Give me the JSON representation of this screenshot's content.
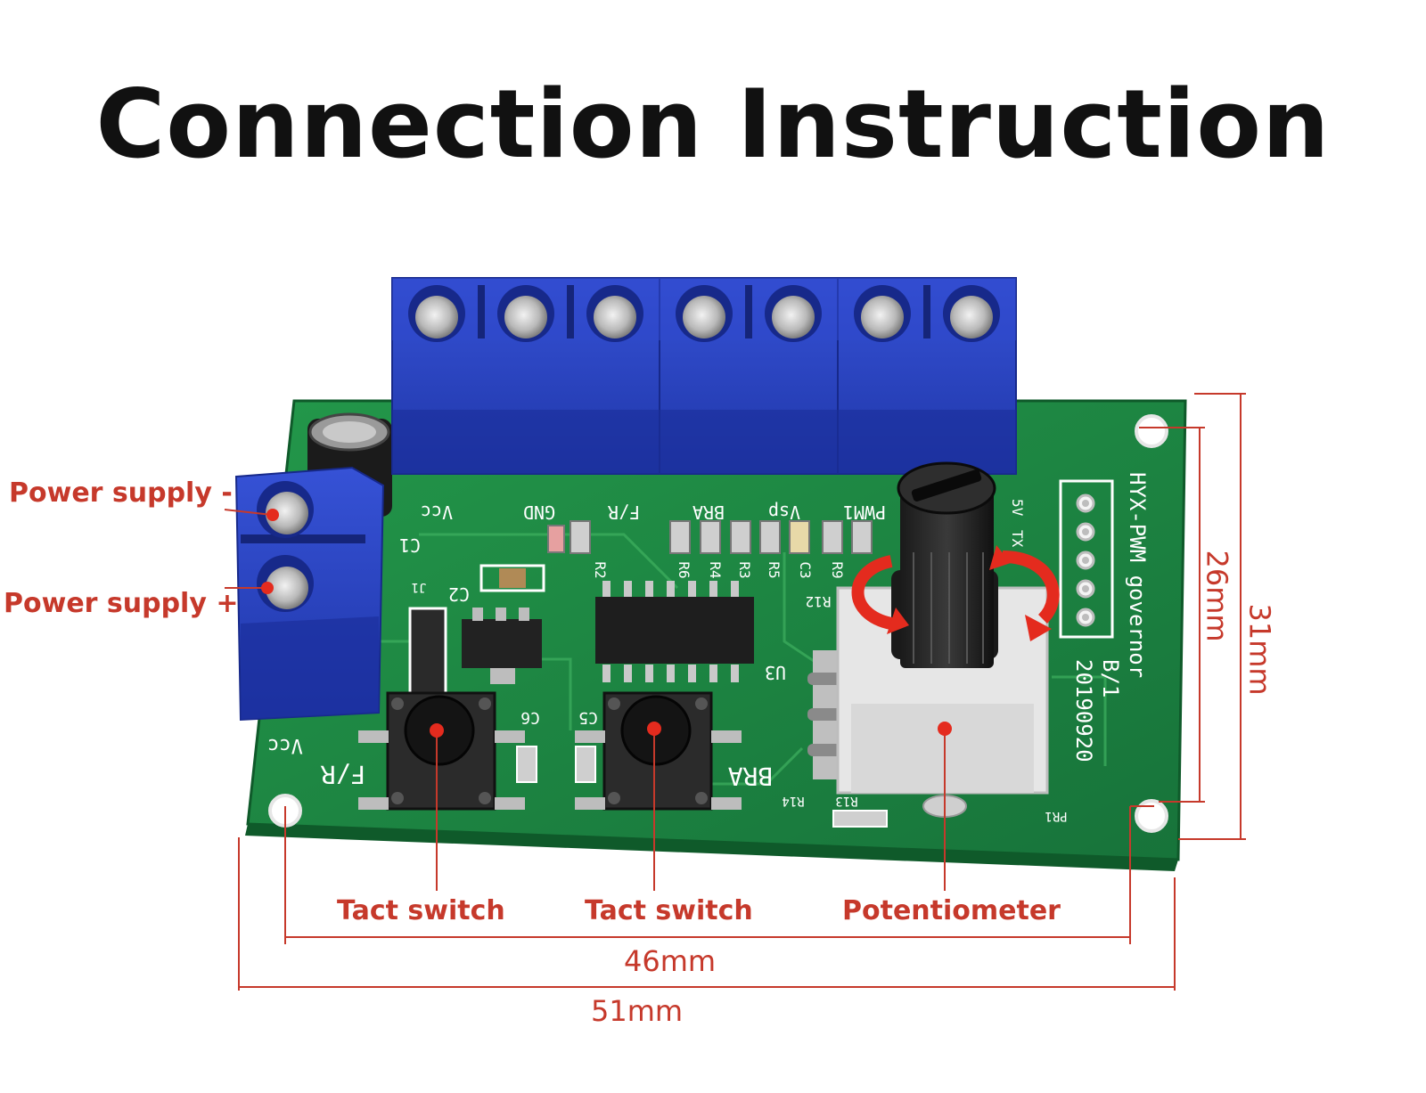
{
  "title": "Connection Instruction",
  "callouts": {
    "power_minus": "Power supply -",
    "power_plus": "Power supply +",
    "tact_switch_1": "Tact switch",
    "tact_switch_2": "Tact switch",
    "potentiometer": "Potentiometer"
  },
  "dimensions": {
    "inner_width": "46mm",
    "outer_width": "51mm",
    "inner_height": "26mm",
    "outer_height": "31mm"
  },
  "pcb": {
    "labels": {
      "vcc": "Vcc",
      "gnd": "GND",
      "fr": "F/R",
      "bra": "BRA",
      "vsp": "Vsp",
      "pwm1": "PWM1",
      "c1": "C1",
      "c2": "C2",
      "c3": "C3",
      "c5": "C5",
      "c6": "C6",
      "r2": "R2",
      "r3": "R3",
      "r4": "R4",
      "r5": "R5",
      "r6": "R6",
      "r9": "R9",
      "r12": "R12",
      "r13": "R13",
      "r14": "R14",
      "u3": "U3",
      "pr1": "PR1",
      "j1": "J1",
      "bra2": "BRA",
      "fr2": "F/R",
      "vcc2": "Vcc",
      "model": "HYX-PWM governor",
      "version": "B/1",
      "date": "20190920",
      "pin_5v": "5V",
      "pin_tx": "TX"
    }
  },
  "colors": {
    "accent_red": "#c6392b",
    "pcb_green": "#1f8a3a",
    "terminal_blue": "#2a44c4"
  }
}
